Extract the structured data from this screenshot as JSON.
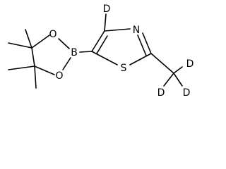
{
  "molecule": {
    "atoms": {
      "deuterium_ring": "D",
      "nitrogen": "N",
      "sulfur": "S",
      "boron": "B",
      "oxygen_top": "O",
      "oxygen_bottom": "O",
      "deuterium_methyl_left": "D",
      "deuterium_methyl_right": "D",
      "deuterium_methyl_top": "D"
    }
  }
}
